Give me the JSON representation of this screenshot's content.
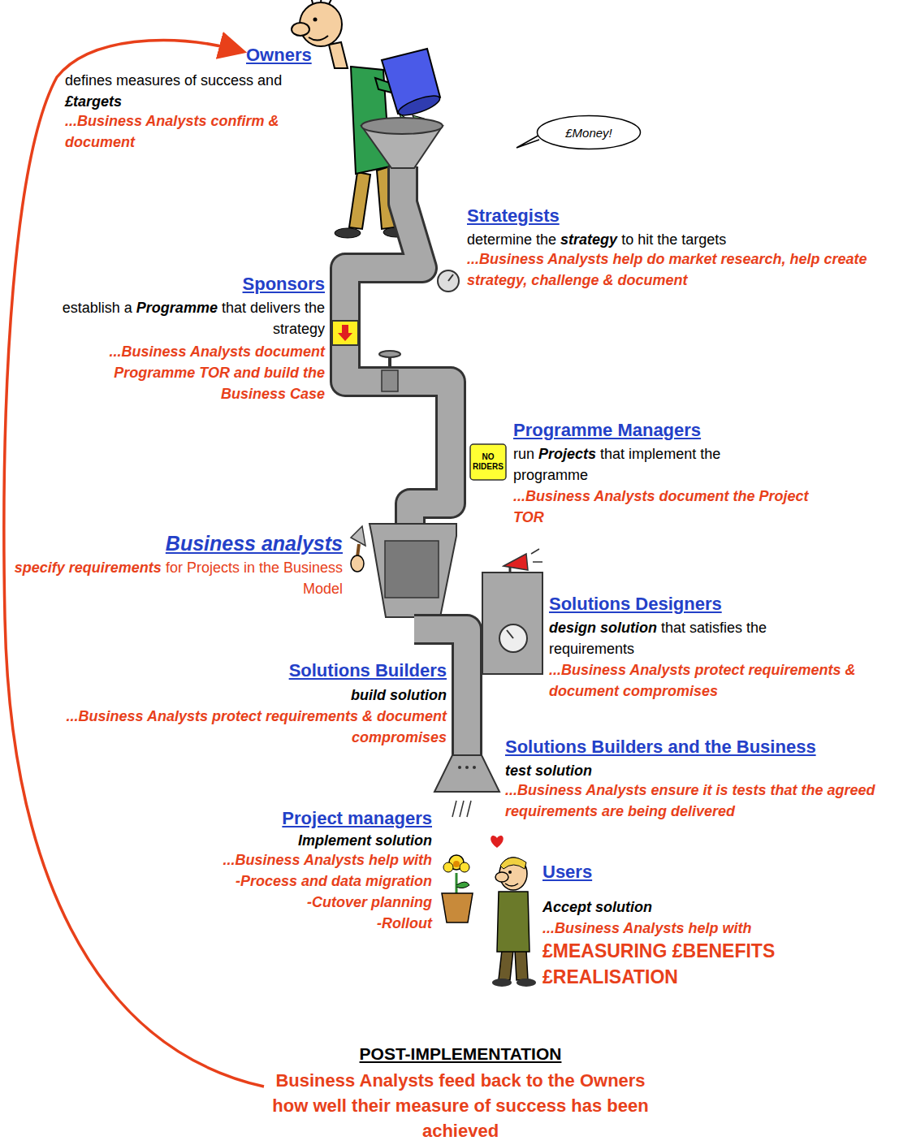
{
  "diagram": {
    "nodes": [
      {
        "text": [
          "£Money!"
        ]
      },
      {
        "text": [
          "NO RIDERS"
        ]
      }
    ],
    "labels": [
      "Owners",
      "defines measures of success and",
      "£targets",
      "...Business Analysts confirm & document",
      "Strategists",
      "determine the",
      "strategy",
      "to hit the targets",
      "...Business Analysts help do market research, help create strategy, challenge & document",
      "Sponsors",
      "establish a",
      "Programme",
      "that delivers the strategy",
      "...Business Analysts document Programme TOR and build the Business Case",
      "Programme Managers",
      "run",
      "Projects",
      "that implement the programme",
      "...Business Analysts document the Project TOR",
      "Business analysts",
      "specify requirements",
      "for Projects in the Business Model",
      "Solutions Designers",
      "design solution",
      "that satisfies the requirements",
      "...Business Analysts protect requirements & document compromises",
      "Solutions Builders",
      "build solution",
      "...Business Analysts protect requirements & document compromises",
      "Solutions Builders and the Business",
      "test solution",
      "...Business Analysts ensure it is tests that the agreed requirements are being delivered",
      "Project managers",
      "Implement solution",
      "...Business Analysts help with",
      "-Process and data migration",
      "-Cutover planning",
      "-Rollout",
      "Users",
      "Accept solution",
      "...Business Analysts help with",
      "£MEASURING £BENEFITS £REALISATION",
      "POST-IMPLEMENTATION",
      "Business Analysts feed back to the Owners how well their measure of success has been achieved"
    ]
  }
}
